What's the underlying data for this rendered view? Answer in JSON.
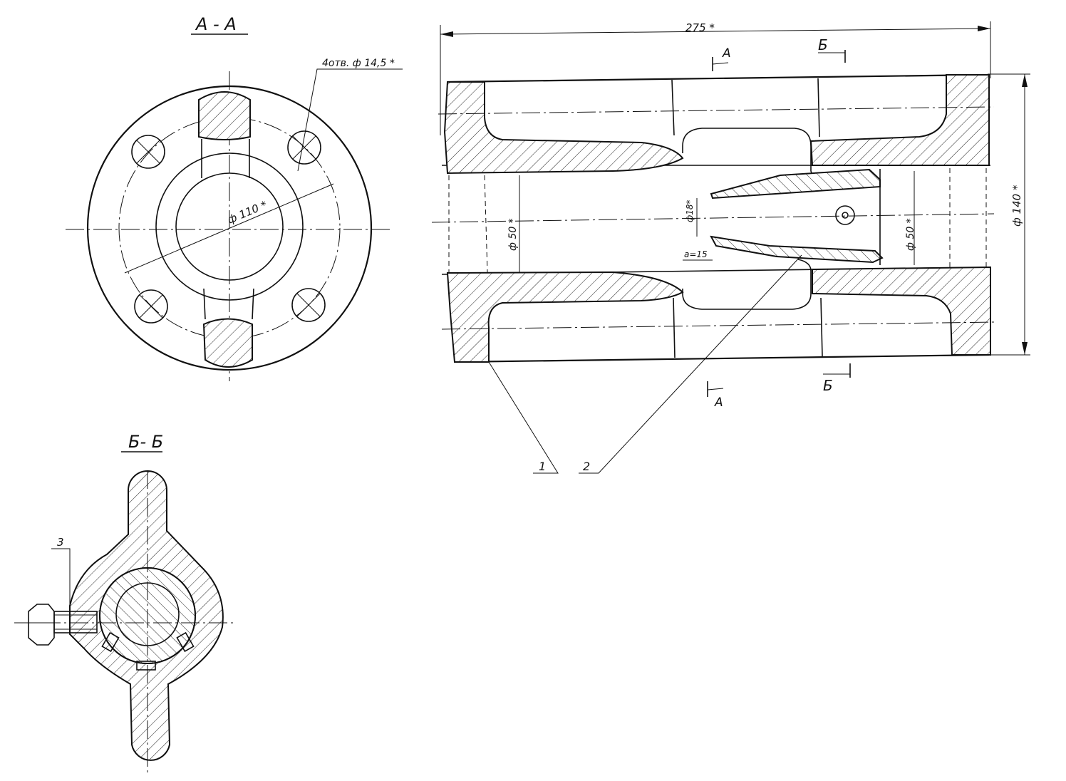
{
  "section_aa": {
    "title": "А - А",
    "holes_note": "4отв. ф 14,5 *",
    "diameter_label": "ф 110 *"
  },
  "section_bb": {
    "title": "Б- Б",
    "callout_3": "3"
  },
  "main_view": {
    "length_label": "275 *",
    "diameter_outer_label": "ф 140 *",
    "bore_left_label": "ф 50 *",
    "bore_right_label": "ф 50 *",
    "nozzle_label": "ф18*",
    "gap_label": "а=15",
    "cut_a_top": "А",
    "cut_a_bottom": "А",
    "cut_b_top": "Б",
    "cut_b_bottom": "Б",
    "callout_1": "1",
    "callout_2": "2"
  },
  "colors": {
    "ink": "#111111",
    "paper": "#ffffff"
  }
}
